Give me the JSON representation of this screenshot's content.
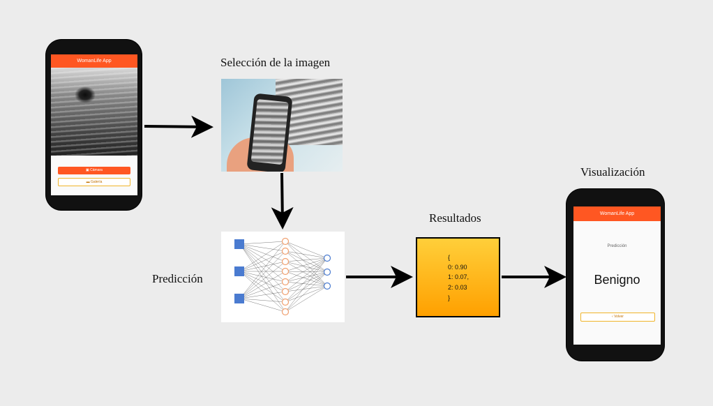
{
  "labels": {
    "select_image": "Selección de la imagen",
    "prediction": "Predicción",
    "results": "Resultados",
    "visualization": "Visualización"
  },
  "phone1": {
    "app_title": "WomanLife App",
    "camera_button": "Cámara",
    "gallery_button": "Galería"
  },
  "results_box": {
    "lines": [
      "{",
      "0: 0.90",
      "1: 0.07,",
      "2: 0.03",
      "}"
    ]
  },
  "phone2": {
    "app_title": "WomanLife App",
    "prediction_label": "Predicción",
    "prediction_value": "Benigno",
    "back_button": "Volver"
  },
  "colors": {
    "app_bar": "#ff5722",
    "results_fill_top": "#ffcf3a",
    "results_fill_bottom": "#ffa000",
    "nn_input": "#4a7bd0",
    "nn_hidden": "#f0a070",
    "nn_output": "#4a7bd0"
  }
}
